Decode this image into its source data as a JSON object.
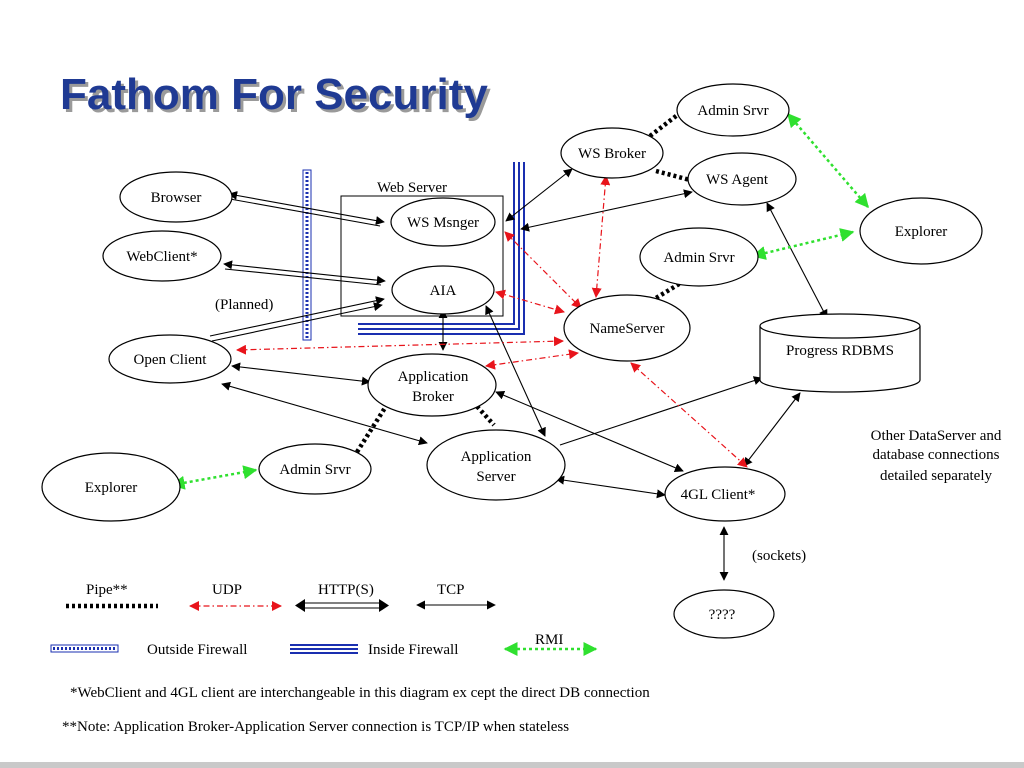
{
  "title": "Fathom For Security",
  "colors": {
    "title": "#1f3a93",
    "udp": "#e8141b",
    "rmi": "#2fe02f",
    "firewall": "#1a2fb0"
  },
  "nodes": {
    "browser": "Browser",
    "webclient": "WebClient*",
    "open_client": "Open Client",
    "explorer_left": "Explorer",
    "admin_srvr_bottom": "Admin Srvr",
    "web_server": "Web Server",
    "ws_msnger": "WS Msnger",
    "aia": "AIA",
    "app_broker_line1": "Application",
    "app_broker_line2": "Broker",
    "app_server_line1": "Application",
    "app_server_line2": "Server",
    "ws_broker": "WS Broker",
    "admin_srvr_top": "Admin Srvr",
    "ws_agent": "WS Agent",
    "explorer_right": "Explorer",
    "admin_srvr_mid": "Admin Srvr",
    "nameserver": "NameServer",
    "progress_rdbms": "Progress RDBMS",
    "gl_client": "4GL Client*",
    "unknown": "????"
  },
  "labels": {
    "planned": "(Planned)",
    "sockets": "(sockets)",
    "dataserver_note": [
      "Other DataServer and",
      "database connections",
      "detailed separately"
    ]
  },
  "legend": {
    "pipe": "Pipe**",
    "udp": "UDP",
    "http": "HTTP(S)",
    "tcp": "TCP",
    "outside_firewall": "Outside Firewall",
    "inside_firewall": "Inside Firewall",
    "rmi": "RMI"
  },
  "notes": [
    "*WebClient and 4GL client are interchangeable in this diagram ex cept the direct DB connection",
    "**Note: Application Broker-Application Server connection is TCP/IP when stateless"
  ]
}
